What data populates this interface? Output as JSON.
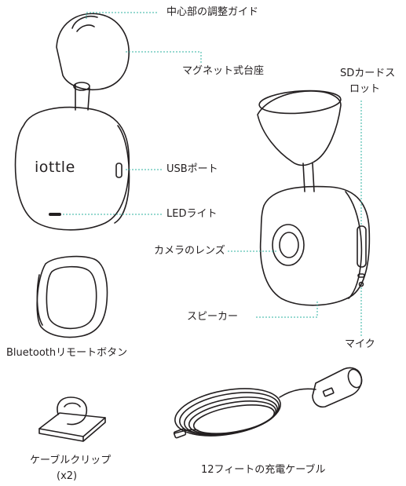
{
  "brand": {
    "logo_text": "iottle"
  },
  "labels": {
    "center_adjust_guide": "中心部の調整ガイド",
    "magnetic_mount": "マグネット式台座",
    "sd_card_slot_line1": "SDカードス",
    "sd_card_slot_line2": "ロット",
    "usb_port": "USBポート",
    "led_light": "LEDライト",
    "camera_lens": "カメラのレンズ",
    "speaker": "スピーカー",
    "mic": "マイク",
    "bluetooth_remote": "Bluetoothリモートボタン",
    "cable_clip_line1": "ケーブルクリップ",
    "cable_clip_line2": "(x2)",
    "cable": "12フィートの充電ケーブル"
  },
  "colors": {
    "leader_line": "#2fb3a0",
    "ink": "#231f20",
    "led": "#231f20"
  }
}
